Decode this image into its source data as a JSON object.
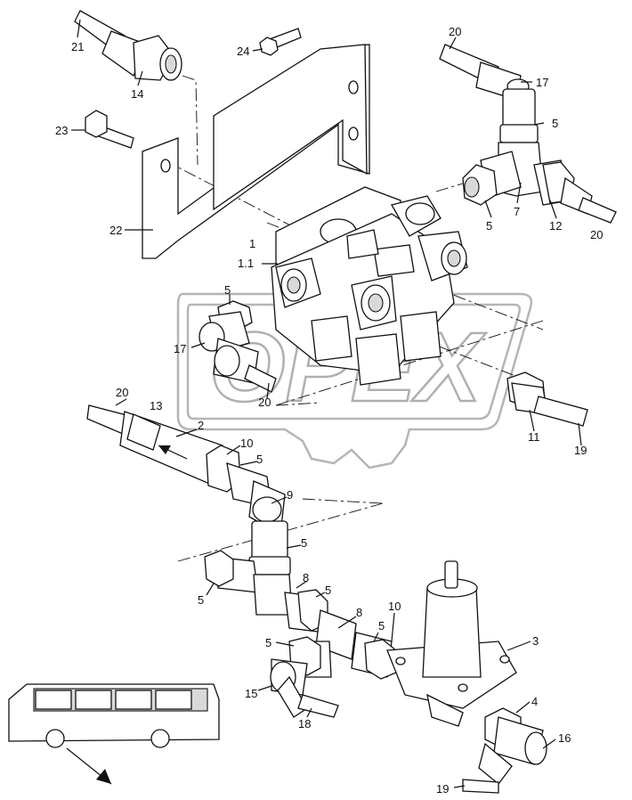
{
  "watermark": {
    "text": "OPEX"
  },
  "callouts": [
    {
      "id": "c21",
      "text": "21"
    },
    {
      "id": "c14",
      "text": "14"
    },
    {
      "id": "c24",
      "text": "24"
    },
    {
      "id": "c20a",
      "text": "20"
    },
    {
      "id": "c17a",
      "text": "17"
    },
    {
      "id": "c5a",
      "text": "5"
    },
    {
      "id": "c23",
      "text": "23"
    },
    {
      "id": "c22",
      "text": "22"
    },
    {
      "id": "c5b",
      "text": "5"
    },
    {
      "id": "c7",
      "text": "7"
    },
    {
      "id": "c12",
      "text": "12"
    },
    {
      "id": "c20b",
      "text": "20"
    },
    {
      "id": "c1",
      "text": "1"
    },
    {
      "id": "c11a",
      "text": "1.1"
    },
    {
      "id": "c5c",
      "text": "5"
    },
    {
      "id": "c17b",
      "text": "17"
    },
    {
      "id": "c20c",
      "text": "20"
    },
    {
      "id": "c20d",
      "text": "20"
    },
    {
      "id": "c13",
      "text": "13"
    },
    {
      "id": "c2",
      "text": "2"
    },
    {
      "id": "c10a",
      "text": "10"
    },
    {
      "id": "c5d",
      "text": "5"
    },
    {
      "id": "c11",
      "text": "11"
    },
    {
      "id": "c19a",
      "text": "19"
    },
    {
      "id": "c9",
      "text": "9"
    },
    {
      "id": "c5e",
      "text": "5"
    },
    {
      "id": "c5f",
      "text": "5"
    },
    {
      "id": "c8a",
      "text": "8"
    },
    {
      "id": "c5g",
      "text": "5"
    },
    {
      "id": "c10b",
      "text": "10"
    },
    {
      "id": "c8b",
      "text": "8"
    },
    {
      "id": "c5h",
      "text": "5"
    },
    {
      "id": "c5i",
      "text": "5"
    },
    {
      "id": "c3",
      "text": "3"
    },
    {
      "id": "c15",
      "text": "15"
    },
    {
      "id": "c18",
      "text": "18"
    },
    {
      "id": "c4",
      "text": "4"
    },
    {
      "id": "c16",
      "text": "16"
    },
    {
      "id": "c19b",
      "text": "19"
    }
  ]
}
